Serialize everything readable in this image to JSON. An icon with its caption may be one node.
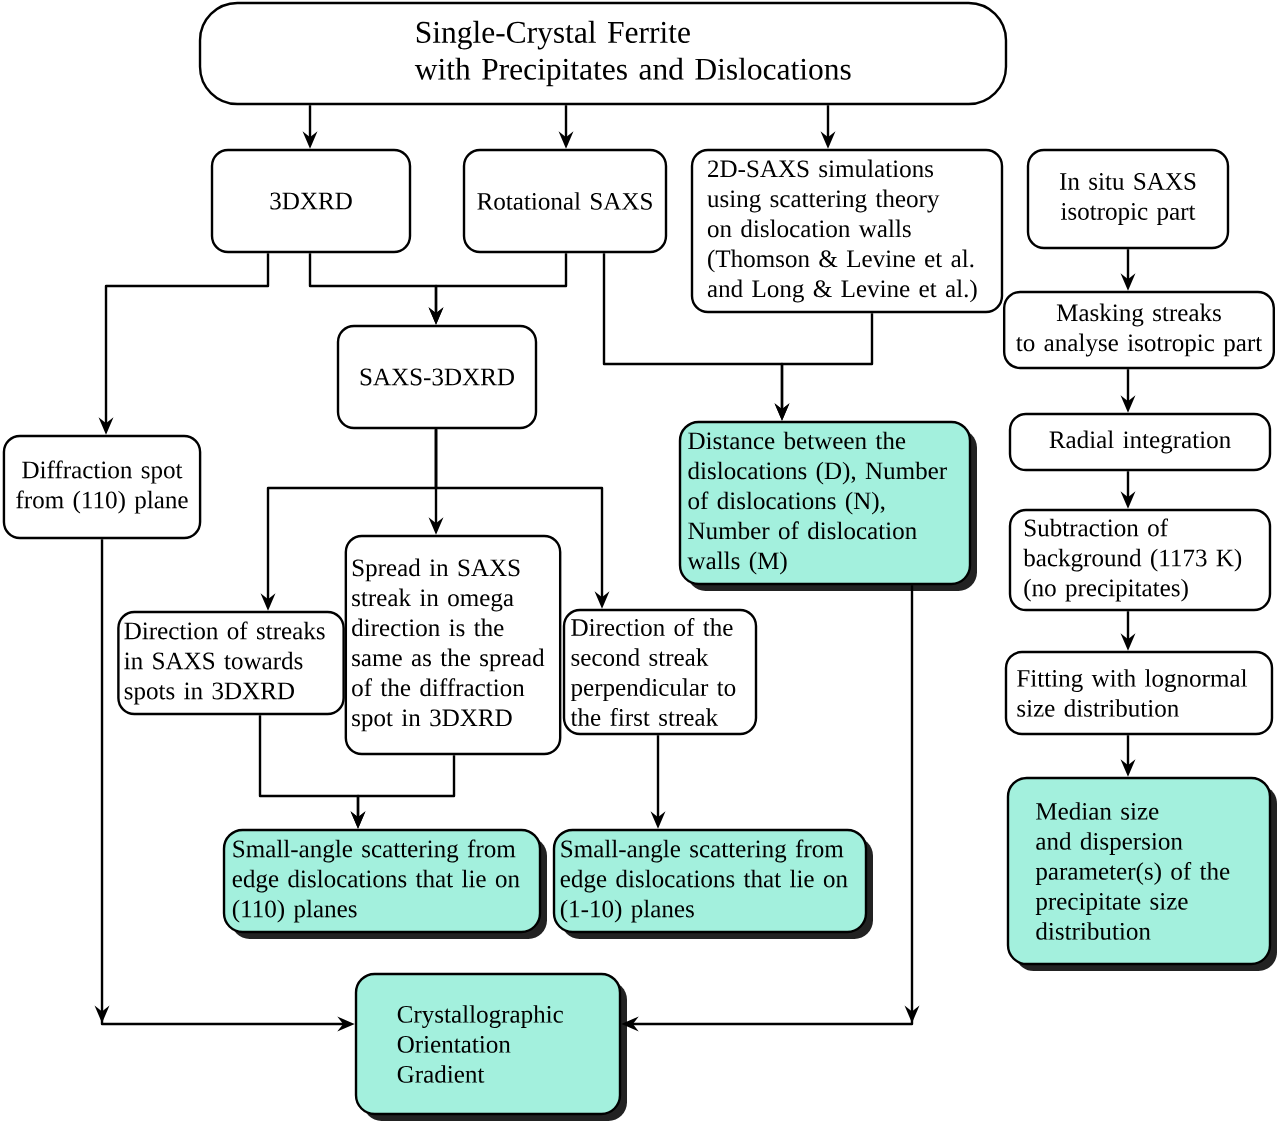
{
  "diagram": {
    "nodes": [
      {
        "text": [
          "Single-Crystal Ferrite with Precipitates and Dislocations"
        ]
      },
      {
        "text": [
          "3DXRD"
        ]
      },
      {
        "text": [
          "Rotational SAXS"
        ]
      },
      {
        "text": [
          "2D-SAXS simulations using scattering theory on dislocation walls (Thomson & Levine et al. and Long & Levine et al.)"
        ]
      },
      {
        "text": [
          "In situ SAXS isotropic part"
        ]
      },
      {
        "text": [
          "SAXS-3DXRD"
        ]
      },
      {
        "text": [
          "Masking streaks to analyse isotropic part"
        ]
      },
      {
        "text": [
          "Diffraction spot from (110) plane"
        ]
      },
      {
        "text": [
          "Distance between the dislocations (D), Number of dislocations (N), Number of dislocation walls (M)"
        ]
      },
      {
        "text": [
          "Radial integration"
        ]
      },
      {
        "text": [
          "Subtraction of background (1173 K) (no precipitates)"
        ]
      },
      {
        "text": [
          "Spread in SAXS streak in omega direction is the same as the spread of the diffraction spot in 3DXRD"
        ]
      },
      {
        "text": [
          "Direction of streaks in SAXS towards spots in 3DXRD"
        ]
      },
      {
        "text": [
          "Direction of the second streak perpendicular to the first streak"
        ]
      },
      {
        "text": [
          "Fitting with lognormal size distribution"
        ]
      },
      {
        "text": [
          "Median size and dispersion parameter(s) of the precipitate size distribution"
        ]
      },
      {
        "text": [
          "Small-angle scattering from edge dislocations that lie on (110) planes"
        ]
      },
      {
        "text": [
          "Small-angle scattering from edge dislocations that lie on (1-10) planes"
        ]
      },
      {
        "text": [
          "Crystallographic Orientation Gradient"
        ]
      }
    ],
    "edges": [
      {
        "from": 0,
        "to": 1,
        "arrow": "to"
      },
      {
        "from": 0,
        "to": 2,
        "arrow": "to"
      },
      {
        "from": 0,
        "to": 3,
        "arrow": "to"
      },
      {
        "from": 1,
        "to": 5,
        "arrow": "to"
      },
      {
        "from": 2,
        "to": 5,
        "arrow": "to"
      },
      {
        "from": 1,
        "to": 7,
        "arrow": "to"
      },
      {
        "from": 2,
        "to": 8,
        "arrow": "to"
      },
      {
        "from": 3,
        "to": 8,
        "arrow": "to"
      },
      {
        "from": 5,
        "to": 12,
        "arrow": "to"
      },
      {
        "from": 5,
        "to": 11,
        "arrow": "to"
      },
      {
        "from": 5,
        "to": 13,
        "arrow": "to"
      },
      {
        "from": 12,
        "to": 16,
        "arrow": "to"
      },
      {
        "from": 11,
        "to": 16,
        "arrow": "to"
      },
      {
        "from": 13,
        "to": 17,
        "arrow": "to"
      },
      {
        "from": 7,
        "to": 18,
        "arrow": "to"
      },
      {
        "from": 8,
        "to": 18,
        "arrow": "to"
      },
      {
        "from": 4,
        "to": 6,
        "arrow": "to"
      },
      {
        "from": 6,
        "to": 9,
        "arrow": "to"
      },
      {
        "from": 9,
        "to": 10,
        "arrow": "to"
      },
      {
        "from": 10,
        "to": 14,
        "arrow": "to"
      },
      {
        "from": 14,
        "to": 15,
        "arrow": "to"
      }
    ]
  }
}
